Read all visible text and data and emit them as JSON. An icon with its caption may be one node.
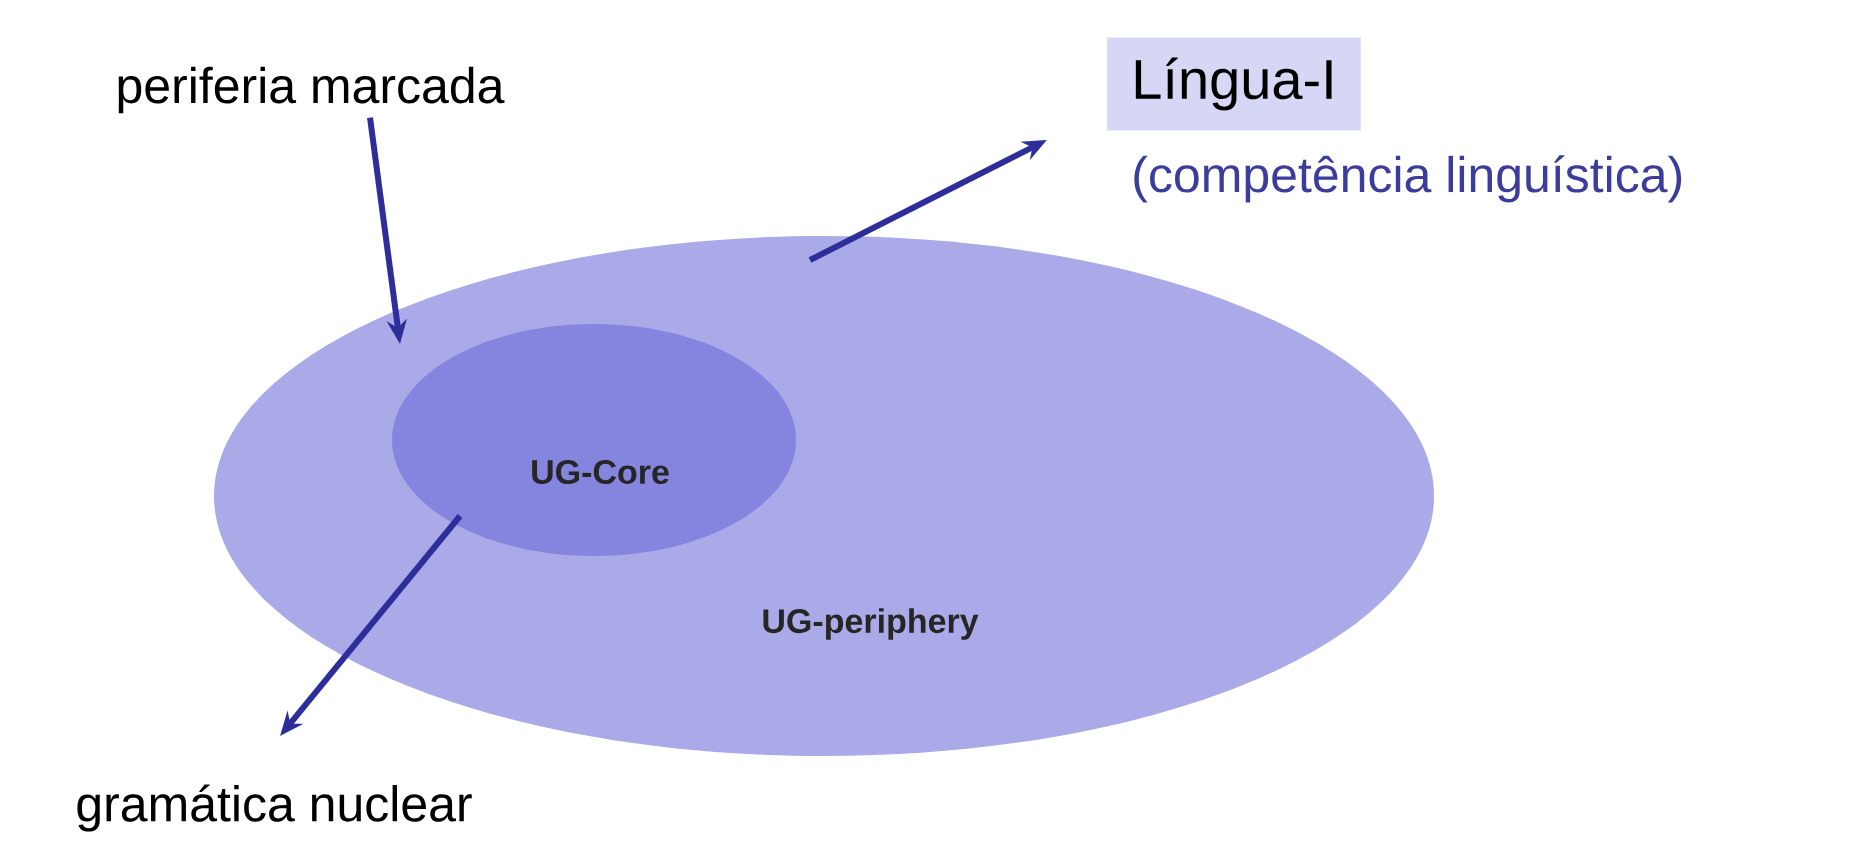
{
  "diagram": {
    "nodes": [
      {
        "text": [
          "periferia marcada"
        ]
      },
      {
        "text": [
          "Língua-I"
        ],
        "beside": [
          "(competência linguística)"
        ]
      },
      {
        "text": [
          "UG-periphery"
        ]
      },
      {
        "text": [
          "UG-Core"
        ],
        "in": 2
      },
      {
        "text": [
          "gramática nuclear"
        ]
      }
    ],
    "edges": [
      {
        "from": 0,
        "to": 2,
        "arrow": "to"
      },
      {
        "from": 2,
        "to": 1,
        "arrow": "to"
      },
      {
        "from": 3,
        "to": 4,
        "arrow": "to"
      }
    ]
  }
}
